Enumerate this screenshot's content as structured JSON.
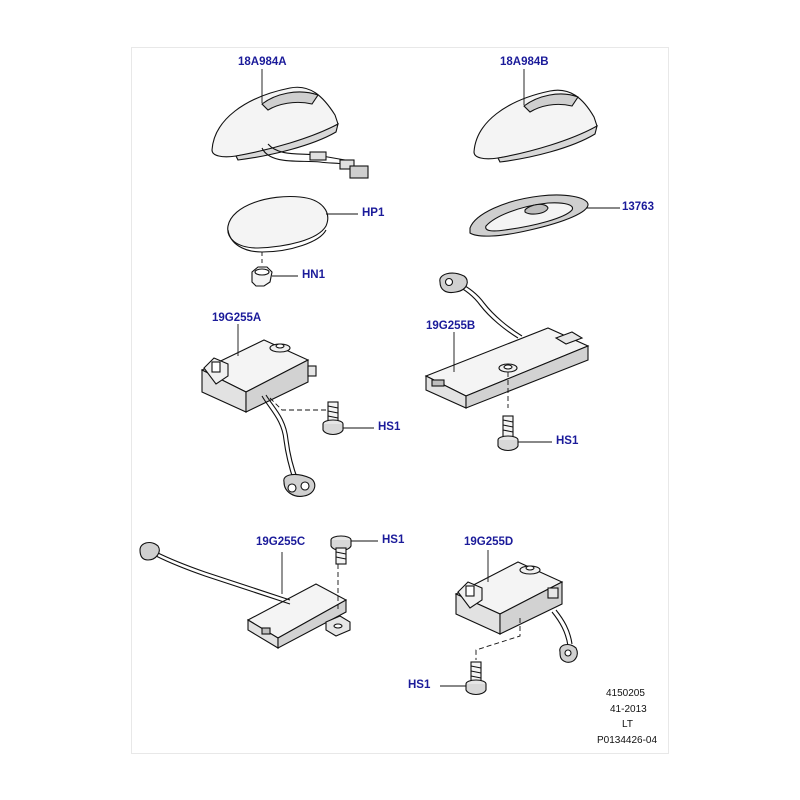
{
  "callouts": {
    "c18A984A": "18A984A",
    "c18A984B": "18A984B",
    "cHP1": "HP1",
    "c13763": "13763",
    "cHN1": "HN1",
    "c19G255A": "19G255A",
    "c19G255B": "19G255B",
    "cHS1a": "HS1",
    "cHS1b": "HS1",
    "c19G255C": "19G255C",
    "cHS1c": "HS1",
    "c19G255D": "19G255D",
    "cHS1d": "HS1"
  },
  "reference": {
    "line1": "4150205",
    "line2": "41-2013",
    "line3": "LT",
    "line4": "P0134426-04"
  },
  "colors": {
    "callout": "#1b1b9a",
    "part_fill": "#f4f4f4",
    "part_shade": "#cfcfcf"
  }
}
